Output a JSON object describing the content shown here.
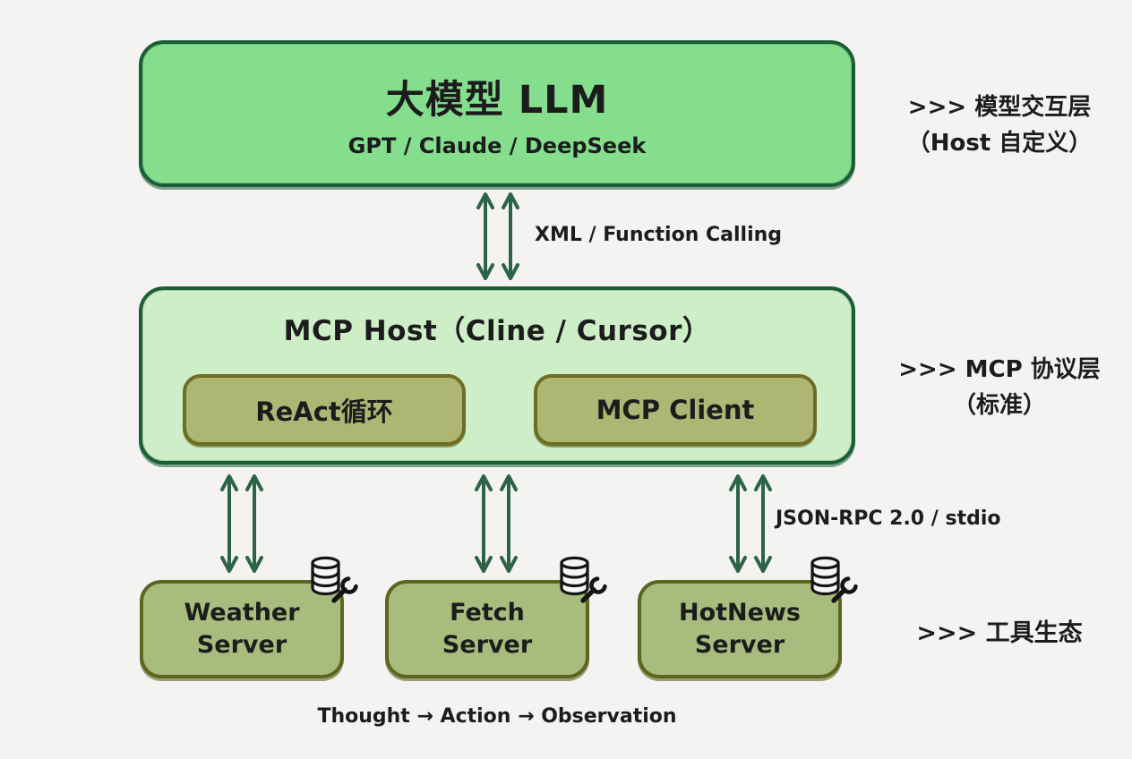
{
  "diagram": {
    "llm": {
      "title": "大模型 LLM",
      "subtitle": "GPT / Claude / DeepSeek"
    },
    "llm_host_link": {
      "label": "XML / Function Calling"
    },
    "host": {
      "title": "MCP Host（Cline / Cursor）",
      "modules": [
        {
          "label": "ReAct循环"
        },
        {
          "label": "MCP Client"
        }
      ]
    },
    "host_server_link": {
      "label": "JSON-RPC 2.0 / stdio"
    },
    "servers": [
      {
        "line1": "Weather",
        "line2": "Server"
      },
      {
        "line1": "Fetch",
        "line2": "Server"
      },
      {
        "line1": "HotNews",
        "line2": "Server"
      }
    ],
    "annotations": [
      {
        "line1": ">>> 模型交互层",
        "line2": "（Host 自定义）"
      },
      {
        "line1": ">>> MCP 协议层",
        "line2": "（标准）"
      },
      {
        "line1": ">>> 工具生态",
        "line2": ""
      }
    ],
    "footer": "Thought → Action → Observation",
    "icons": {
      "server_icon": "database-wrench-icon"
    }
  },
  "colors": {
    "background": "#f4f3f1",
    "text": "#1c1c1c",
    "llm_fill": "#85dd8e",
    "llm_border": "#1b5e36",
    "host_fill": "#cdeec7",
    "module_fill": "#adb673",
    "module_border": "#6d6d24",
    "server_fill": "#a8bd7d",
    "server_border": "#5d661f",
    "arrow": "#2c6448",
    "icon_stroke": "#141414"
  }
}
